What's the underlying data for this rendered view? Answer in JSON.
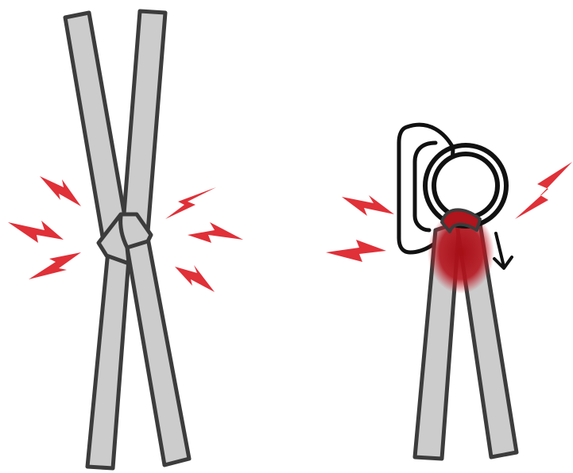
{
  "colors": {
    "strap_fill": "#cccccc",
    "outline": "#3c3c3c",
    "stress": "#e03038",
    "friction": "#b0141c",
    "background": "#ffffff"
  },
  "panels": [
    {
      "id": "crossed-straps",
      "icon": "crossed-straps-with-stress-sparks"
    },
    {
      "id": "strap-over-ring-buckle",
      "icon": "strap-folded-through-ring-with-friction-and-pull-arrow"
    }
  ]
}
